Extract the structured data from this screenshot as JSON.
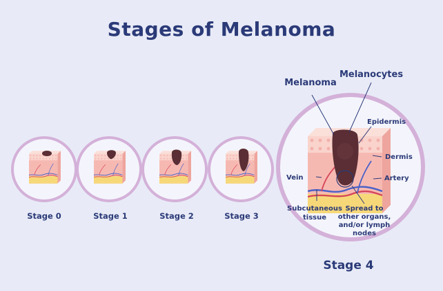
{
  "title": "Stages of Melanoma",
  "stages": [
    {
      "label": "Stage 0"
    },
    {
      "label": "Stage 1"
    },
    {
      "label": "Stage 2"
    },
    {
      "label": "Stage 3"
    },
    {
      "label": "Stage 4"
    }
  ],
  "labels": {
    "melanoma": "Melanoma",
    "melanocytes": "Melanocytes",
    "epidermis": "Epidermis",
    "dermis": "Dermis",
    "vein": "Vein",
    "artery": "Artery",
    "subcutaneous_line1": "Subcutaneous",
    "subcutaneous_line2": "tissue",
    "spread_line1": "Spread to",
    "spread_line2": "other organs,",
    "spread_line3": "and/or lymph",
    "spread_line4": "nodes"
  },
  "colors": {
    "background": "#e8ebf7",
    "text": "#2b3a78",
    "circle_border": "#d4b1d9",
    "skin": "#f6b9b2",
    "epidermis_top": "#f9d3cc",
    "fat": "#f7d879",
    "tumor": "#5a2e34",
    "vein": "#4a61c8",
    "artery": "#d6455a"
  }
}
